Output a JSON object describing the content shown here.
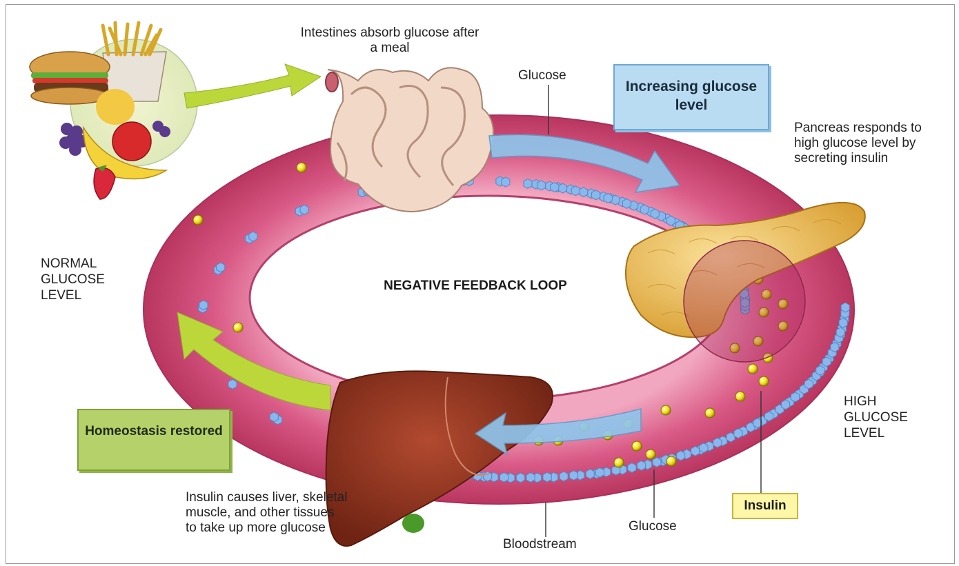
{
  "labels": {
    "intestines": "Intestines absorb glucose after a meal",
    "glucose_top": "Glucose",
    "increasing": "Increasing glucose level",
    "pancreas": "Pancreas responds to high glucose level by secreting insulin",
    "normal": "NORMAL GLUCOSE LEVEL",
    "loop": "NEGATIVE FEEDBACK LOOP",
    "high": "HIGH GLUCOSE LEVEL",
    "homeostasis": "Homeostasis restored",
    "liver_caption": "Insulin causes liver, skeletal muscle, and other tissues to take up more glucose",
    "bloodstream": "Bloodstream",
    "glucose_bottom": "Glucose",
    "insulin": "Insulin"
  },
  "colors": {
    "ring": "#c2436f",
    "ring_light": "#e790ad",
    "glucose": "#8ab8ec",
    "insulin": "#f0e020",
    "arrow_blue": "#8fc4ea",
    "arrow_green": "#bcd73a",
    "liver": "#8e2f1f",
    "pancreas": "#f1c35a",
    "intestine": "#f1d8c7"
  },
  "icons": [
    "food-plate-icon",
    "intestines-icon",
    "pancreas-icon",
    "liver-icon",
    "glucose-molecule-icon",
    "insulin-molecule-icon"
  ]
}
